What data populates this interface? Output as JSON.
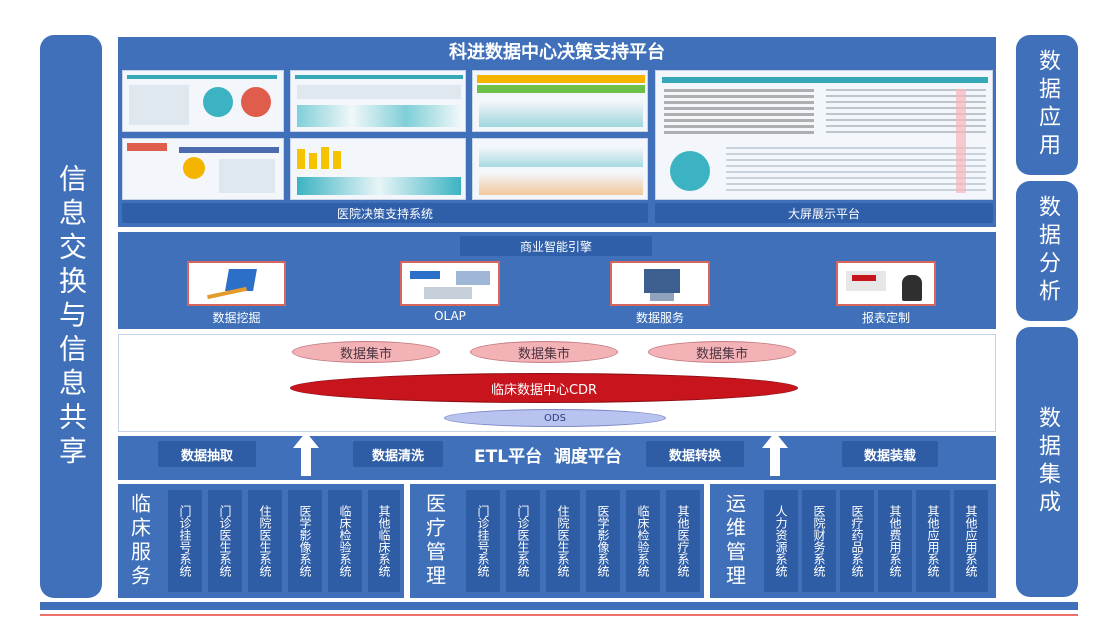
{
  "left_pill": "信息交换与信息共享",
  "right_pills": [
    "数据应用",
    "数据分析",
    "数据集成"
  ],
  "header": {
    "title": "科进数据中心决策支持平台"
  },
  "apps": {
    "left_caption": "医院决策支持系统",
    "right_caption": "大屏展示平台"
  },
  "analysis": {
    "engine_label": "商业智能引擎",
    "tools": [
      "数据挖掘",
      "OLAP",
      "数据服务",
      "报表定制"
    ]
  },
  "storage": {
    "marts": [
      "数据集市",
      "数据集市",
      "数据集市"
    ],
    "warehouse": "临床数据中心CDR",
    "ods": "ODS"
  },
  "etl": {
    "buttons": [
      "数据抽取",
      "数据清洗",
      "数据转换",
      "数据装载"
    ],
    "center_label": "ETL平台  调度平台"
  },
  "sources": [
    {
      "title": "临床服务",
      "systems": [
        "门诊挂号系统",
        "门诊医生系统",
        "住院医生系统",
        "医学影像系统",
        "临床检验系统",
        "其他临床系统"
      ]
    },
    {
      "title": "医疗管理",
      "systems": [
        "门诊挂号系统",
        "门诊医生系统",
        "住院医生系统",
        "医学影像系统",
        "临床检验系统",
        "其他医疗系统"
      ]
    },
    {
      "title": "运维管理",
      "systems": [
        "人力资源系统",
        "医院财务系统",
        "医疗药品系统",
        "其他费用系统",
        "其他应用系统",
        "其他应用系统"
      ]
    }
  ],
  "colors": {
    "accent": "#3f70b9",
    "dark": "#2e5da6",
    "red": "#c8141c",
    "pink": "#f3b2b6",
    "lavender": "#b9c3ef"
  }
}
